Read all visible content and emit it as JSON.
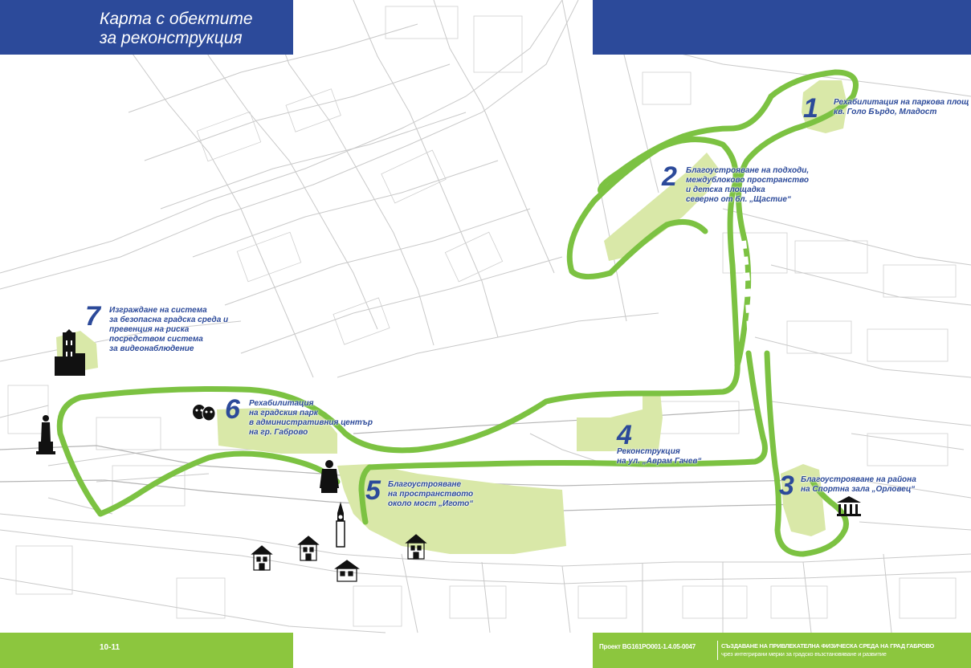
{
  "header": {
    "title_line1": "Карта с обектите",
    "title_line2": "за реконструкция"
  },
  "footer": {
    "page_number": "10-11",
    "project_code": "Проект BG161PO001-1.4.05-0047",
    "title_line1": "СЪЗДАВАНЕ НА ПРИВЛЕКАТЕЛНА ФИЗИЧЕСКА СРЕДА НА ГРАД ГАБРОВО",
    "title_line2": "чрез интегрирани мерки за градско възстановяване и развитие"
  },
  "colors": {
    "brand_blue": "#2c4a9a",
    "route_green": "#7cc242",
    "park_green": "#d9e8a8",
    "street_lines": "#c4c4c4"
  },
  "sites": [
    {
      "number": "1",
      "lines": [
        "Рехабилитация на паркова площ",
        "кв. Голо Бърдо, Младост"
      ]
    },
    {
      "number": "2",
      "lines": [
        "Благоустрояване на подходи,",
        "междублоково пространство",
        "и детска площадка",
        "северно от бл. „Щастие“"
      ]
    },
    {
      "number": "3",
      "lines": [
        "Благоустрояване на района",
        "на Спортна зала „Орловец“"
      ]
    },
    {
      "number": "4",
      "lines": [
        "Реконструкция",
        "на ул. „Аврам Гачев“"
      ]
    },
    {
      "number": "5",
      "lines": [
        "Благоустрояване",
        "на пространството",
        "около мост „Игото“"
      ]
    },
    {
      "number": "6",
      "lines": [
        "Рехабилитация",
        "на градския парк",
        "в административния център",
        "на гр. Габрово"
      ]
    },
    {
      "number": "7",
      "lines": [
        "Изграждане на система",
        "за безопасна градска среда и",
        "превенция на риска",
        "посредством система",
        "за видеонаблюдение"
      ]
    }
  ],
  "icons": [
    "theatre-masks-icon",
    "statue-icon",
    "monument-icon",
    "clock-tower-icon",
    "church-icon",
    "museum-icon",
    "gothic-tower-icon",
    "sports-hall-icon"
  ]
}
